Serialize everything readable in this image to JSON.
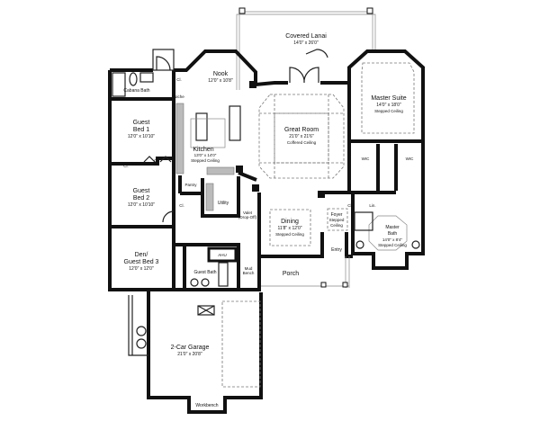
{
  "rooms": {
    "lanai": {
      "name": "Covered Lanai",
      "size": "14'0\" x 26'0\""
    },
    "nook": {
      "name": "Nook",
      "size": "12'0\" x 10'8\""
    },
    "cabana_bath": {
      "name": "Cabana Bath"
    },
    "niche": {
      "name": "Niche"
    },
    "guest_bed1": {
      "name1": "Guest",
      "name2": "Bed 1",
      "size": "12'0\" x 10'10\""
    },
    "kitchen": {
      "name": "Kitchen",
      "size": "13'0\" x 14'0\"",
      "note": "Stepped Ceiling"
    },
    "great_room": {
      "name": "Great Room",
      "size": "21'0\" x 21'6\"",
      "note": "Coffered Ceiling"
    },
    "master_suite": {
      "name": "Master Suite",
      "size": "14'0\" x 18'0\"",
      "note": "Stepped Ceiling"
    },
    "wic1": {
      "name": "WIC"
    },
    "wic2": {
      "name": "WIC"
    },
    "guest_bed2": {
      "name1": "Guest",
      "name2": "Bed 2",
      "size": "12'0\" x 10'10\""
    },
    "pantry": {
      "name": "Pantry"
    },
    "utility": {
      "name": "Utility"
    },
    "valet": {
      "name1": "Valet",
      "name2": "(Drop-Off)"
    },
    "dining": {
      "name": "Dining",
      "size": "11'8\" x 12'0\"",
      "note": "Stepped Ceiling"
    },
    "foyer": {
      "name": "Foyer",
      "note1": "Stepped",
      "note2": "Ceiling"
    },
    "entry": {
      "name": "Entry"
    },
    "lin": {
      "name": "Lin."
    },
    "master_bath": {
      "name1": "Master",
      "name2": "Bath",
      "size": "14'0\" x 8'4\"",
      "note": "Stepped Ceiling"
    },
    "den": {
      "name1": "Den/",
      "name2": "Guest Bed 3",
      "size": "12'0\" x 12'0\""
    },
    "ahu": {
      "name": "AHU"
    },
    "guest_bath": {
      "name": "Guest Bath"
    },
    "mud_bench": {
      "name1": "Mud",
      "name2": "Bench"
    },
    "porch": {
      "name": "Porch"
    },
    "garage": {
      "name": "2-Car Garage",
      "size": "21'0\" x 20'8\""
    },
    "workbench": {
      "name": "Workbench"
    },
    "closets": [
      "Cl.",
      "Cl.",
      "Cl.",
      "Cl.",
      "Cl."
    ]
  }
}
